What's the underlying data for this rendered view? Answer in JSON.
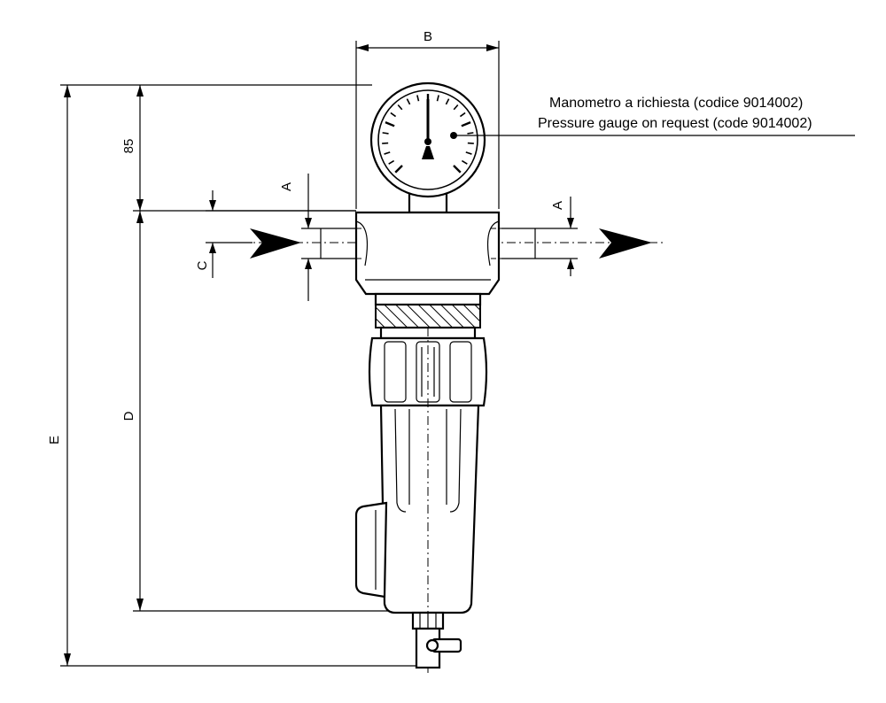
{
  "dimensions": {
    "A": "A",
    "B": "B",
    "C": "C",
    "D": "D",
    "E": "E",
    "top": "85"
  },
  "note": {
    "line1": "Manometro a richiesta (codice 9014002)",
    "line2": "Pressure gauge on request (code 9014002)"
  }
}
